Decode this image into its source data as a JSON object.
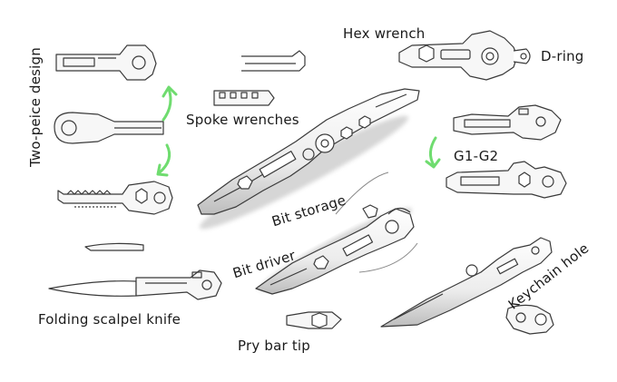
{
  "labels": {
    "two_piece_design": "Two-peice design",
    "hex_wrench": "Hex wrench",
    "d_ring": "D-ring",
    "spoke_wrenches": "Spoke wrenches",
    "g1_g2": "G1-G2",
    "bit_storage": "Bit storage",
    "bit_driver": "Bit driver",
    "keychain_hole": "Keychain hole",
    "folding_scalpel_knife": "Folding scalpel knife",
    "pry_bar_tip": "Pry bar tip"
  },
  "colors": {
    "arrow": "#6fdc6f",
    "outline": "#3a3a3a",
    "fill": "#f7f7f7",
    "shade": "#c8c8c8"
  }
}
